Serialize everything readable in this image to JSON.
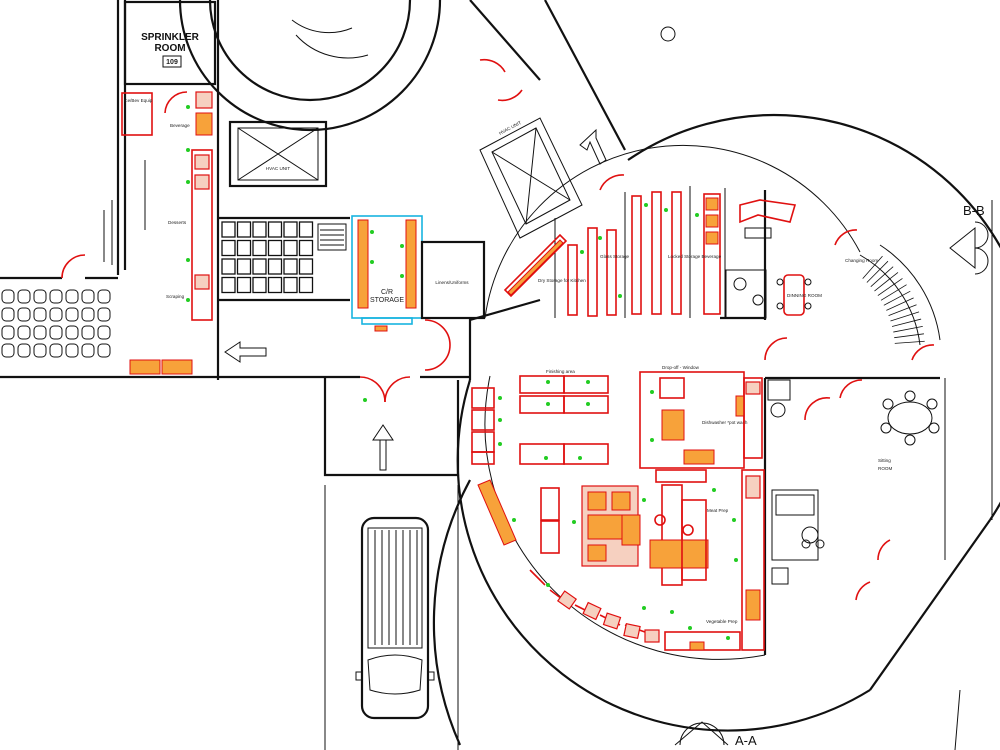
{
  "rooms": {
    "sprinkler_name": "SPRINKLER",
    "sprinkler_room": "ROOM",
    "sprinkler_number": "109",
    "hvac": "HVAC UNIT",
    "cr_storage_1": "C/R",
    "cr_storage_2": "STORAGE",
    "linens": "Linens/Uniforms",
    "dry_storage": "Dry Storage for Kitchen",
    "glass_storage": "Glass Storage",
    "locked_storage": "Locked Storage Beverage",
    "dining_room": "DINNING ROOM",
    "changing_room": "Changing Room",
    "sitting_room_1": "Sitting",
    "sitting_room_2": "ROOM",
    "finishing_area": "Finishing area",
    "drop_off": "Drop-off - Window",
    "dishwasher": "Dishwasher *pot wash",
    "meat_prep": "Meat Prep",
    "vegetable_prep": "Vegetable Prep",
    "desserts": "Desserts",
    "scraping": "Scraping",
    "beverage": "Beverage",
    "ice_equip": "Ice/Bev Equip"
  },
  "sections": {
    "bb": "B-B",
    "aa": "A-A"
  }
}
